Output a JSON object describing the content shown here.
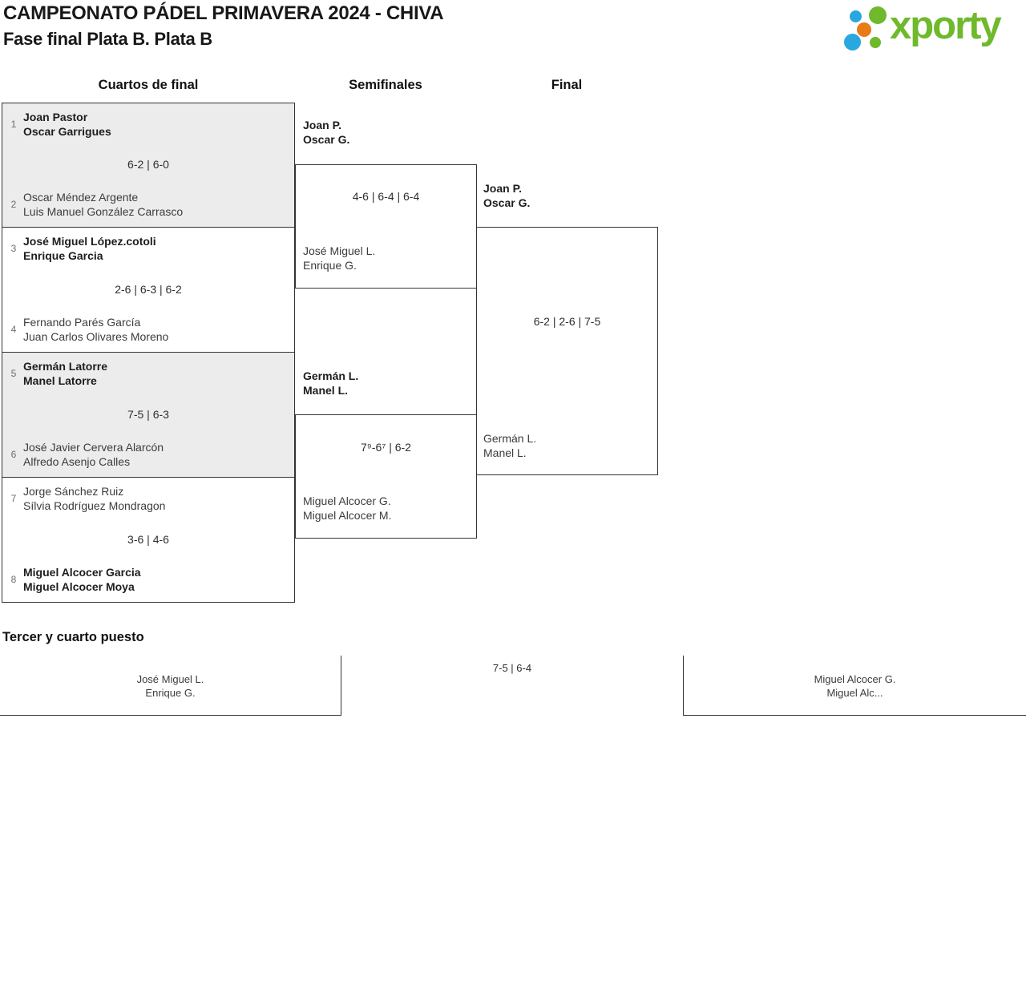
{
  "header": {
    "title": "CAMPEONATO PÁDEL PRIMAVERA 2024 - CHIVA",
    "subtitle": "Fase final Plata B. Plata B",
    "logo_text": "xporty",
    "brand_colors": {
      "green": "#6fb92c",
      "blue": "#29a8e0",
      "orange": "#e87a18"
    }
  },
  "columns": {
    "quarterfinals": "Cuartos de final",
    "semifinals": "Semifinales",
    "final": "Final"
  },
  "quarterfinals": [
    {
      "seed_top": "1",
      "top": [
        "Joan Pastor",
        "Oscar Garrigues"
      ],
      "score": "6-2 | 6-0",
      "seed_bottom": "2",
      "bottom": [
        "Oscar Méndez Argente",
        "Luis Manuel González Carrasco"
      ]
    },
    {
      "seed_top": "3",
      "top": [
        "José Miguel López.cotoli",
        "Enrique Garcia"
      ],
      "score": "2-6 | 6-3 | 6-2",
      "seed_bottom": "4",
      "bottom": [
        "Fernando Parés García",
        "Juan Carlos Olivares Moreno"
      ]
    },
    {
      "seed_top": "5",
      "top": [
        "Germán Latorre",
        "Manel Latorre"
      ],
      "score": "7-5 | 6-3",
      "seed_bottom": "6",
      "bottom": [
        "José Javier Cervera Alarcón",
        "Alfredo Asenjo Calles"
      ]
    },
    {
      "seed_top": "7",
      "top": [
        "Jorge Sánchez Ruiz",
        "Sílvia Rodríguez Mondragon"
      ],
      "score": "3-6 | 4-6",
      "seed_bottom": "8",
      "bottom": [
        "Miguel Alcocer Garcia",
        "Miguel Alcocer Moya"
      ]
    }
  ],
  "semifinals": [
    {
      "winner": [
        "Joan P.",
        "Oscar G."
      ],
      "score": "4-6 | 6-4 | 6-4",
      "loser": [
        "José Miguel L.",
        "Enrique G."
      ]
    },
    {
      "winner": [
        "Germán L.",
        "Manel L."
      ],
      "score": "7⁹-6⁷ | 6-2",
      "loser": [
        "Miguel Alcocer G.",
        "Miguel Alcocer M."
      ]
    }
  ],
  "final": {
    "team_top": [
      "Joan P.",
      "Oscar G."
    ],
    "score": "6-2 | 2-6 | 7-5",
    "team_bottom": [
      "Germán L.",
      "Manel L."
    ]
  },
  "third_place": {
    "heading": "Tercer y cuarto puesto",
    "left_team": [
      "José Miguel L.",
      "Enrique G."
    ],
    "score": "7-5 | 6-4",
    "right_team": [
      "Miguel Alcocer G.",
      "Miguel Alc..."
    ]
  }
}
